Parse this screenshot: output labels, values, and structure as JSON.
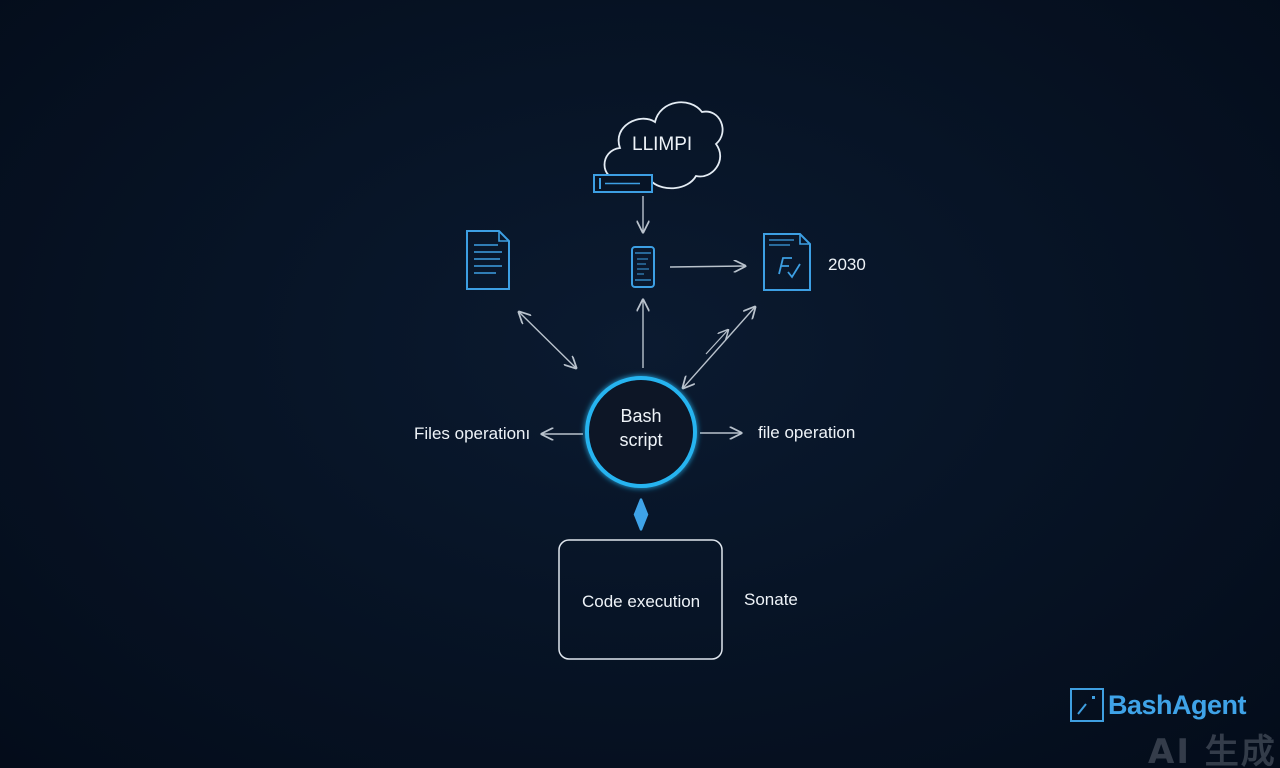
{
  "diagram": {
    "cloud_label": "LLIMPI",
    "year_label": "2030",
    "hub_line1": "Bash",
    "hub_line2": "script",
    "left_label": "Files operationı",
    "right_label": "file operation",
    "box_label": "Code execution",
    "side_label": "Sonate"
  },
  "brand": {
    "name": "BashAgent",
    "watermark": "AI 生成"
  },
  "icons": {
    "cloud": "cloud-icon",
    "server": "server-icon",
    "phone": "smartphone-icon",
    "document": "document-icon",
    "report": "report-document-icon",
    "logo": "bashagent-logo-icon"
  },
  "colors": {
    "background": "#05101f",
    "accent": "#27b4f0",
    "icon_stroke": "#3d9fe3",
    "arrow": "#b9c2cc",
    "text": "#eef3f8"
  }
}
